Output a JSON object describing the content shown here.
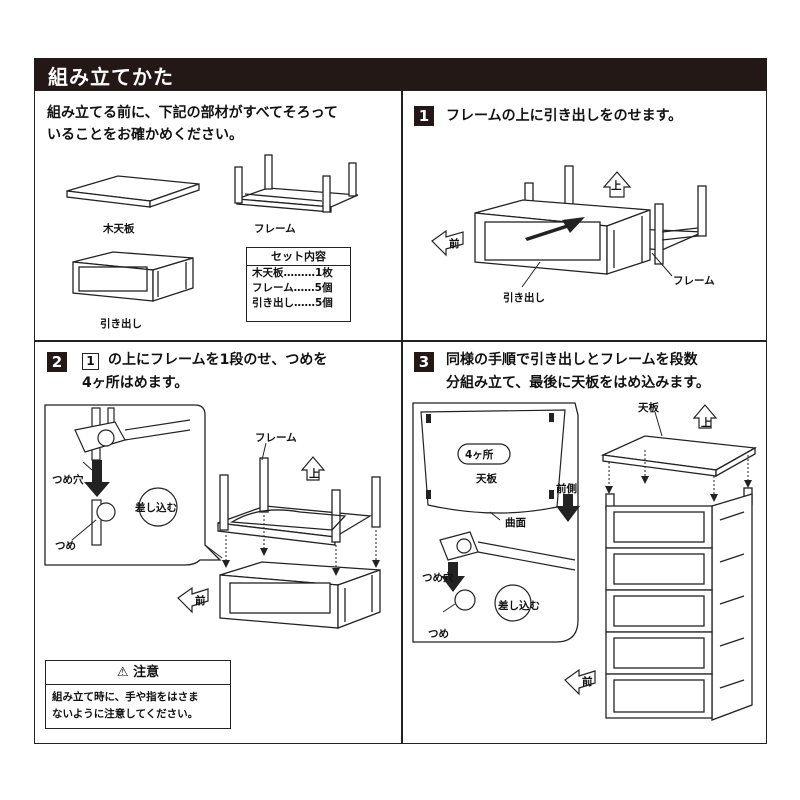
{
  "header": {
    "title": "組み立てかた"
  },
  "panel_parts": {
    "intro_line1": "組み立てる前に、下記の部材がすべてそろって",
    "intro_line2": "いることをお確かめください。",
    "label_top_board": "木天板",
    "label_frame": "フレーム",
    "label_drawer": "引き出し",
    "set_contents": {
      "title": "セット内容",
      "rows": [
        "木天板………1枚",
        "フレーム……5個",
        "引き出し……5個"
      ]
    }
  },
  "step1": {
    "number": "1",
    "text": "フレームの上に引き出しをのせます。",
    "label_up": "上",
    "label_front": "前",
    "label_drawer": "引き出し",
    "label_frame": "フレーム"
  },
  "step2": {
    "number": "2",
    "ref_number": "1",
    "text_line1": "の上にフレームを1段のせ、つめを",
    "text_line2": "4ヶ所はめます。",
    "label_frame": "フレーム",
    "label_up": "上",
    "label_front": "前",
    "label_hole": "つめ穴",
    "label_claw": "つめ",
    "label_insert": "差し込む",
    "caution_title": "注意",
    "caution_line1": "組み立て時に、手や指をはさま",
    "caution_line2": "ないように注意してください。"
  },
  "step3": {
    "number": "3",
    "text_line1": "同様の手順で引き出しとフレームを段数",
    "text_line2": "分組み立て、最後に天板をはめ込みます。",
    "label_four_places": "4ヶ所",
    "label_board": "天板",
    "label_board_top": "天板",
    "label_up": "上",
    "label_front_side": "前側",
    "label_curved": "曲面",
    "label_hole": "つめ穴",
    "label_insert": "差し込む",
    "label_claw": "つめ",
    "label_front": "前"
  }
}
